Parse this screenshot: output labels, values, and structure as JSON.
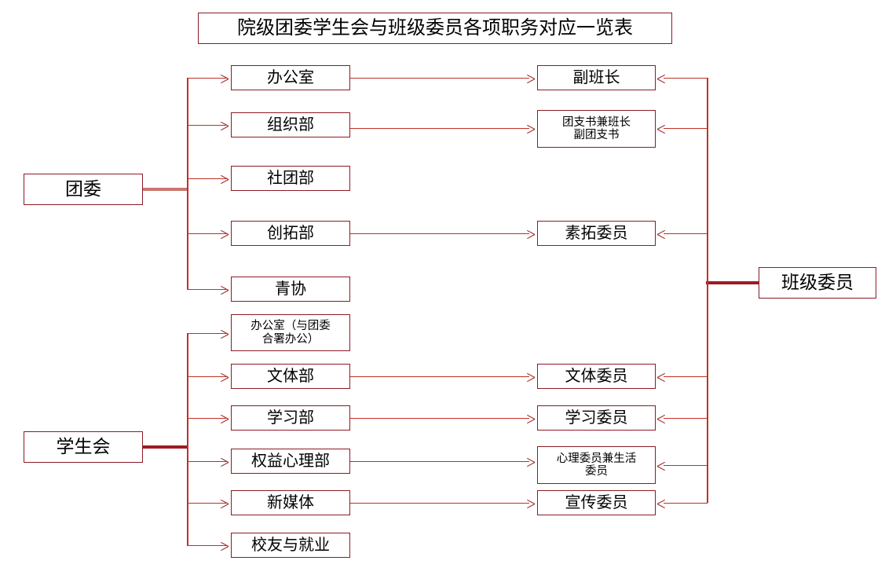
{
  "title": "院级团委学生会与班级委员各项职务对应一览表",
  "roots": {
    "tuanwei": "团委",
    "xueshenghui": "学生会",
    "banjiweiyuan": "班级委员"
  },
  "tuanwei_departments": [
    {
      "label": "办公室"
    },
    {
      "label": "组织部"
    },
    {
      "label": "社团部"
    },
    {
      "label": "创拓部"
    },
    {
      "label": "青协"
    }
  ],
  "xueshenghui_departments": [
    {
      "label": "办公室（与团委\n合署办公）"
    },
    {
      "label": "文体部"
    },
    {
      "label": "学习部"
    },
    {
      "label": "权益心理部"
    },
    {
      "label": "新媒体"
    },
    {
      "label": "校友与就业"
    }
  ],
  "class_positions": [
    {
      "label": "副班长"
    },
    {
      "label": "团支书兼班长\n副团支书"
    },
    {
      "label": "素拓委员"
    },
    {
      "label": "文体委员"
    },
    {
      "label": "学习委员"
    },
    {
      "label": "心理委员兼生活\n委员"
    },
    {
      "label": "宣传委员"
    }
  ],
  "mappings": [
    {
      "from": "办公室",
      "to": "副班长"
    },
    {
      "from": "组织部",
      "to": "团支书兼班长副团支书"
    },
    {
      "from": "创拓部",
      "to": "素拓委员"
    },
    {
      "from": "文体部",
      "to": "文体委员"
    },
    {
      "from": "学习部",
      "to": "学习委员"
    },
    {
      "from": "权益心理部",
      "to": "心理委员兼生活委员"
    },
    {
      "from": "新媒体",
      "to": "宣传委员"
    }
  ],
  "colors": {
    "box_border": "#8B1A24",
    "connector": "#BE3127",
    "trunk_light": "#C8776F",
    "trunk_dark": "#9E1B22",
    "text": "#000000",
    "background": "#ffffff"
  }
}
